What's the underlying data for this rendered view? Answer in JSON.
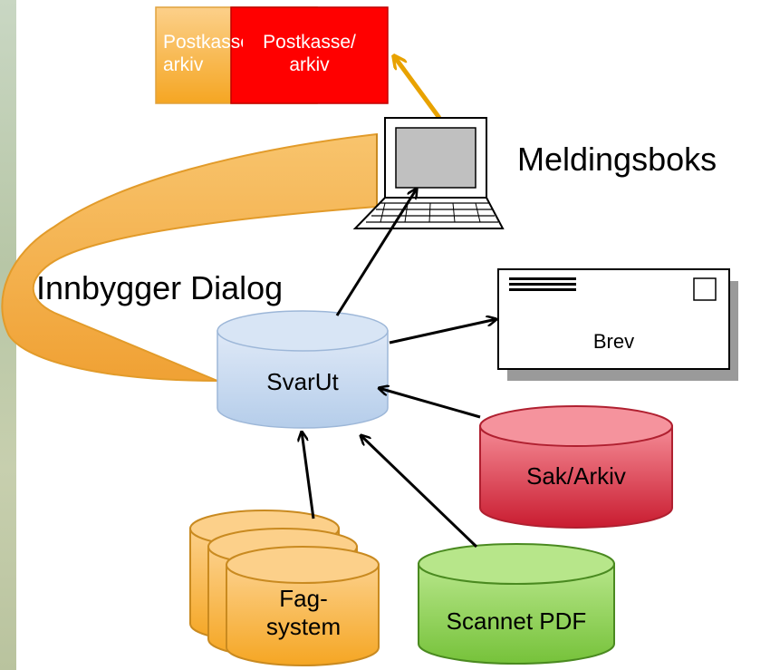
{
  "title": "Innbygger Dialog",
  "nodes": {
    "meldingsboks": "Meldingsboks",
    "postkasse_back": "Postkasse/ arkiv",
    "postkasse_front_line1": "Postkasse/",
    "postkasse_front_line2": "arkiv",
    "brev": "Brev",
    "svarut": "SvarUt",
    "sak_arkiv": "Sak/Arkiv",
    "fagsystem_line1": "Fag-",
    "fagsystem_line2": "system",
    "scannet_pdf": "Scannet PDF"
  },
  "colors": {
    "orange": "#f5a623",
    "red": "#ff0000",
    "svarut_blue": "#c6d9f1",
    "sak_red": "#d6364a",
    "scan_green": "#8fd14f",
    "laptop_screen": "#c0c0c0"
  }
}
